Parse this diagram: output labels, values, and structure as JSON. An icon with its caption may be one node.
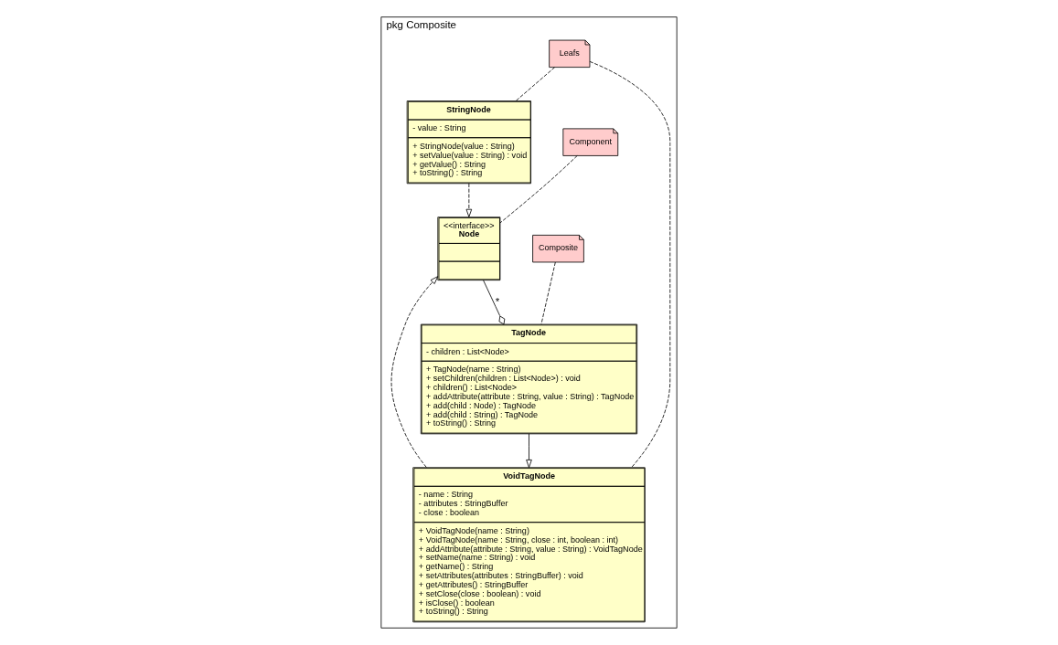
{
  "diagram": {
    "nodes": [
      {
        "text": [
          "pkg Composite"
        ]
      },
      {
        "text": [
          "Leafs"
        ],
        "in": 0
      },
      {
        "text": [
          "StringNode",
          "- value : String",
          "+ StringNode(value : String)",
          "+ setValue(value : String) : void",
          "+ getValue() : String",
          "+ toString() : String"
        ],
        "in": 0
      },
      {
        "text": [
          "VoidTagNode",
          "- name : String",
          "- attributes : StringBuffer",
          "- close : boolean",
          "+ VoidTagNode(name : String)",
          "+ VoidTagNode(name : String, close : int, boolean : int)",
          "+ addAttribute(attribute : String, value : String) : VoidTagNode",
          "+ setName(name : String) : void",
          "+ getName() : String",
          "+ setAttributes(attributes : StringBuffer) : void",
          "+ getAttributes() : StringBuffer",
          "+ setClose(close : boolean) : void",
          "+ isClose() : boolean",
          "+ toString() : String"
        ],
        "in": 0
      },
      {
        "text": [
          "<<interface>>",
          "Node"
        ],
        "in": 0
      },
      {
        "text": [
          "Component"
        ],
        "in": 0
      },
      {
        "text": [
          "TagNode",
          "- children : List<Node>",
          "+ TagNode(name : String)",
          "+ setChildren(children : List<Node>) : void",
          "+ children() : List<Node>",
          "+ addAttribute(attribute : String, value : String) : TagNode",
          "+ add(child : Node) : TagNode",
          "+ add(child : String) : TagNode",
          "+ toString() : String"
        ],
        "in": 0
      },
      {
        "text": [
          "Composite"
        ],
        "in": 0
      }
    ],
    "edges": [
      {
        "from": 1,
        "to": 2,
        "arrow": "none",
        "style": "dashed"
      },
      {
        "from": 1,
        "to": 3,
        "arrow": "none",
        "style": "dashed"
      },
      {
        "from": 2,
        "to": 4,
        "arrow": "to",
        "style": "dashed"
      },
      {
        "from": 3,
        "to": 4,
        "arrow": "to",
        "style": "dashed"
      },
      {
        "from": 5,
        "to": 4,
        "arrow": "none",
        "style": "dashed"
      },
      {
        "from": 4,
        "to": 6,
        "arrow": "other",
        "label": "*"
      },
      {
        "from": 6,
        "to": 3,
        "arrow": "to"
      },
      {
        "from": 7,
        "to": 6,
        "arrow": "none",
        "style": "dashed"
      }
    ]
  }
}
